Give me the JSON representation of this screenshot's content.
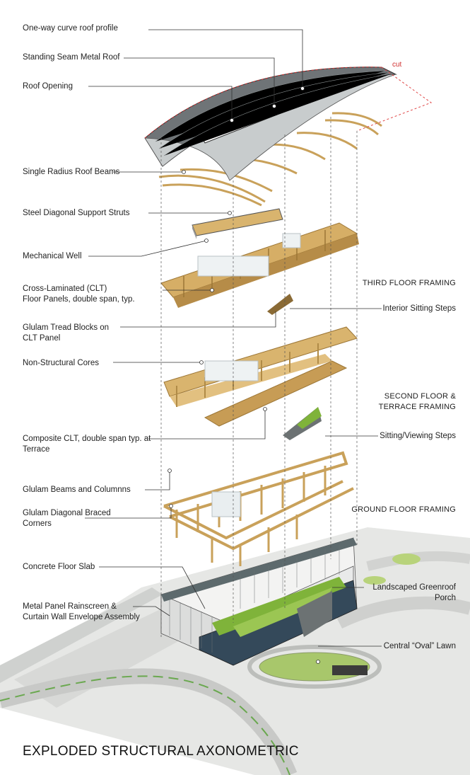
{
  "title": "EXPLODED STRUCTURAL AXONOMETRIC",
  "cut_label": "cut",
  "colors": {
    "wood": "#c9a15a",
    "wood_dark": "#9c7636",
    "roof": "#6f7477",
    "green": "#7fb33a",
    "glass": "#3a4a4f",
    "cut_line": "#e04848",
    "leader": "#333333",
    "ground": "#e2e3e1"
  },
  "labels_left": [
    {
      "text": "One-way curve roof profile"
    },
    {
      "text": "Standing Seam Metal Roof"
    },
    {
      "text": "Roof Opening"
    },
    {
      "text": "Single Radius Roof Beams"
    },
    {
      "text": "Steel Diagonal Support Struts"
    },
    {
      "text": "Mechanical Well"
    },
    {
      "text": "Cross-Laminated (CLT)\nFloor Panels, double span, typ."
    },
    {
      "text": "Glulam Tread Blocks on\nCLT Panel"
    },
    {
      "text": "Non-Structural Cores"
    },
    {
      "text": "Composite CLT, double span typ. at\nTerrace"
    },
    {
      "text": "Glulam Beams and Columnns"
    },
    {
      "text": "Glulam Diagonal Braced\nCorners"
    },
    {
      "text": "Concrete Floor Slab"
    },
    {
      "text": "Metal Panel Rainscreen &\nCurtain Wall Envelope Assembly"
    }
  ],
  "labels_right": [
    {
      "text": "Interior Sitting Steps"
    },
    {
      "text": "Sitting/Viewing Steps"
    },
    {
      "text": "Landscaped Greenroof\nPorch"
    },
    {
      "text": "Central “Oval” Lawn"
    }
  ],
  "section_labels": [
    {
      "text": "THIRD FLOOR FRAMING"
    },
    {
      "text": "SECOND FLOOR &\nTERRACE FRAMING"
    },
    {
      "text": "GROUND FLOOR FRAMING"
    }
  ]
}
